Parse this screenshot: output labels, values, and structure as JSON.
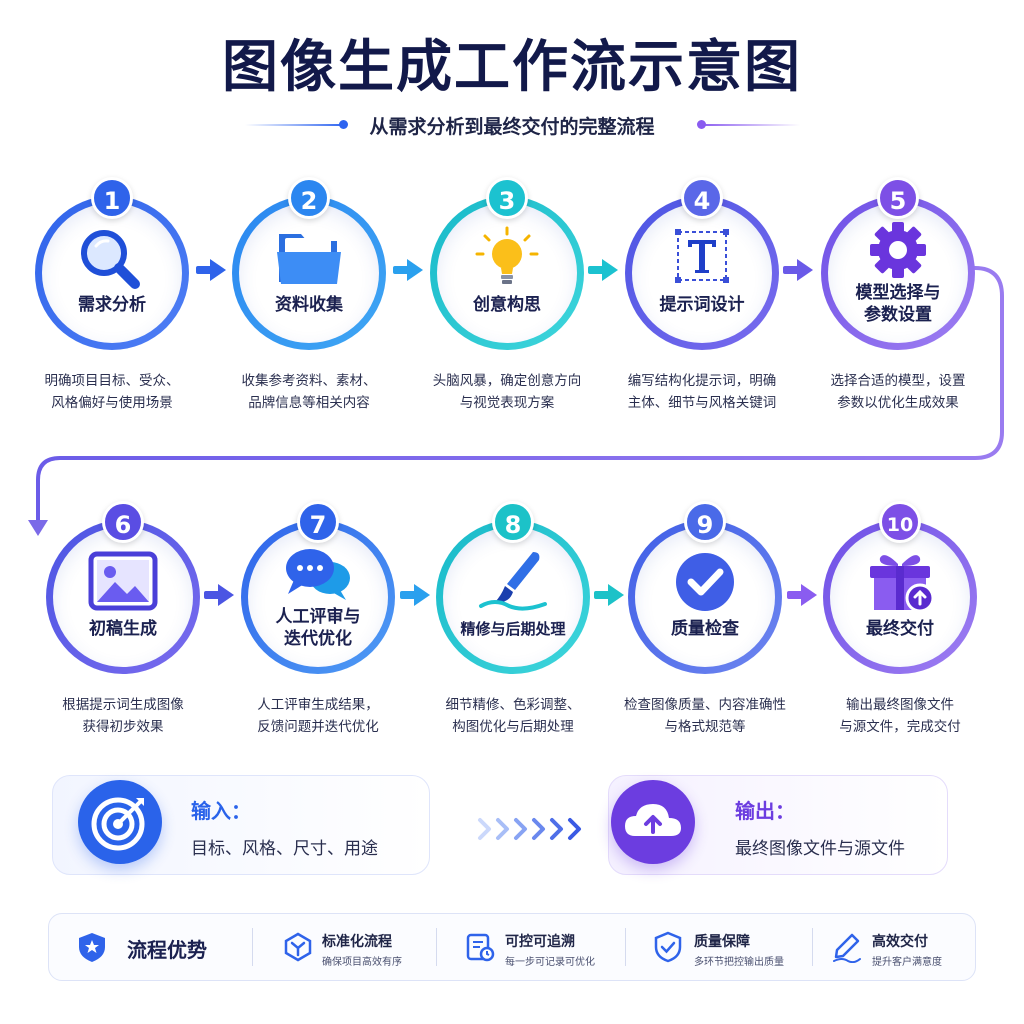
{
  "header": {
    "title": "图像生成工作流示意图",
    "subtitle": "从需求分析到最终交付的完整流程"
  },
  "steps": [
    {
      "num": "1",
      "title": "需求分析",
      "desc1": "明确项目目标、受众、",
      "desc2": "风格偏好与使用场景",
      "icon": "magnifier-icon",
      "color": "#2f63ea"
    },
    {
      "num": "2",
      "title": "资料收集",
      "desc1": "收集参考资料、素材、",
      "desc2": "品牌信息等相关内容",
      "icon": "folder-icon",
      "color": "#2b86f0"
    },
    {
      "num": "3",
      "title": "创意构思",
      "desc1": "头脑风暴，确定创意方向",
      "desc2": "与视觉表现方案",
      "icon": "lightbulb-icon",
      "color": "#1cc2d0"
    },
    {
      "num": "4",
      "title": "提示词设计",
      "desc1": "编写结构化提示词，明确",
      "desc2": "主体、细节与风格关键词",
      "icon": "text-box-icon",
      "color": "#5a67e8"
    },
    {
      "num": "5",
      "title1": "模型选择与",
      "title2": "参数设置",
      "desc1": "选择合适的模型，设置",
      "desc2": "参数以优化生成效果",
      "icon": "gear-icon",
      "color": "#7d4fe6"
    },
    {
      "num": "6",
      "title": "初稿生成",
      "desc1": "根据提示词生成图像",
      "desc2": "获得初步效果",
      "icon": "image-icon",
      "color": "#5a4de3"
    },
    {
      "num": "7",
      "title1": "人工评审与",
      "title2": "迭代优化",
      "desc1": "人工评审生成结果，",
      "desc2": "反馈问题并迭代优化",
      "icon": "chat-icon",
      "color": "#2f63ea"
    },
    {
      "num": "8",
      "title": "精修与后期处理",
      "desc1": "细节精修、色彩调整、",
      "desc2": "构图优化与后期处理",
      "icon": "brush-icon",
      "color": "#1cc2c8"
    },
    {
      "num": "9",
      "title": "质量检查",
      "desc1": "检查图像质量、内容准确性",
      "desc2": "与格式规范等",
      "icon": "checkmark-icon",
      "color": "#4a6ae8"
    },
    {
      "num": "10",
      "title": "最终交付",
      "desc1": "输出最终图像文件",
      "desc2": "与源文件，完成交付",
      "icon": "gift-icon",
      "color": "#7d4fe6"
    }
  ],
  "io": {
    "input_label": "输入：",
    "input_text": "目标、风格、尺寸、用途",
    "output_label": "输出：",
    "output_text": "最终图像文件与源文件"
  },
  "advantages": {
    "title": "流程优势",
    "items": [
      {
        "title": "标准化流程",
        "sub": "确保项目高效有序",
        "icon": "hexagon-nodes-icon"
      },
      {
        "title": "可控可追溯",
        "sub": "每一步可记录可优化",
        "icon": "document-trace-icon"
      },
      {
        "title": "质量保障",
        "sub": "多环节把控输出质量",
        "icon": "shield-check-icon"
      },
      {
        "title": "高效交付",
        "sub": "提升客户满意度",
        "icon": "pen-sign-icon"
      }
    ]
  }
}
